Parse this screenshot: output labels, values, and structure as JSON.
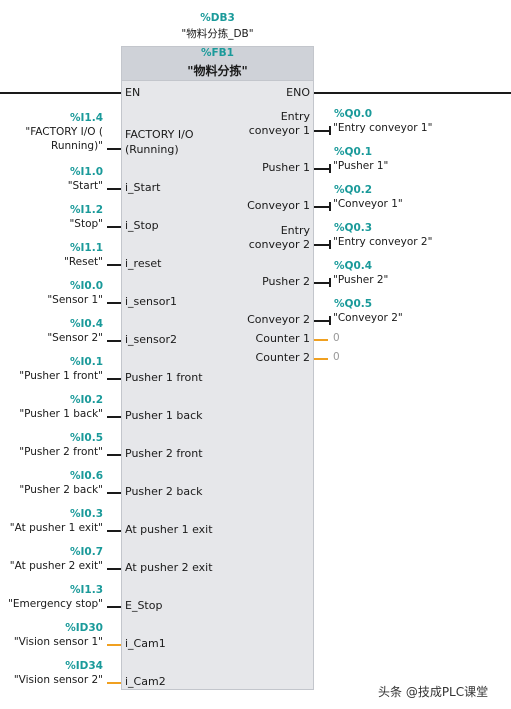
{
  "db": {
    "address": "%DB3",
    "name": "\"物料分拣_DB\""
  },
  "fb": {
    "address": "%FB1",
    "name": "\"物料分拣\""
  },
  "en_label": "EN",
  "eno_label": "ENO",
  "inputs": [
    {
      "address": "%I1.4",
      "tag_line1": "\"FACTORY I/O (",
      "tag_line2": "Running)\"",
      "pin_line1": "FACTORY I/O",
      "pin_line2": "(Running)"
    },
    {
      "address": "%I1.0",
      "tag": "\"Start\"",
      "pin": "i_Start"
    },
    {
      "address": "%I1.2",
      "tag": "\"Stop\"",
      "pin": "i_Stop"
    },
    {
      "address": "%I1.1",
      "tag": "\"Reset\"",
      "pin": "i_reset"
    },
    {
      "address": "%I0.0",
      "tag": "\"Sensor 1\"",
      "pin": "i_sensor1"
    },
    {
      "address": "%I0.4",
      "tag": "\"Sensor 2\"",
      "pin": "i_sensor2"
    },
    {
      "address": "%I0.1",
      "tag": "\"Pusher 1 front\"",
      "pin": "Pusher 1 front"
    },
    {
      "address": "%I0.2",
      "tag": "\"Pusher 1 back\"",
      "pin": "Pusher 1 back"
    },
    {
      "address": "%I0.5",
      "tag": "\"Pusher 2 front\"",
      "pin": "Pusher 2 front"
    },
    {
      "address": "%I0.6",
      "tag": "\"Pusher 2 back\"",
      "pin": "Pusher 2 back"
    },
    {
      "address": "%I0.3",
      "tag": "\"At pusher 1 exit\"",
      "pin": "At pusher 1 exit"
    },
    {
      "address": "%I0.7",
      "tag": "\"At pusher 2 exit\"",
      "pin": "At pusher 2 exit"
    },
    {
      "address": "%I1.3",
      "tag": "\"Emergency stop\"",
      "pin": "E_Stop"
    },
    {
      "address": "%ID30",
      "tag": "\"Vision sensor 1\"",
      "pin": "i_Cam1"
    },
    {
      "address": "%ID34",
      "tag": "\"Vision sensor 2\"",
      "pin": "i_Cam2"
    }
  ],
  "outputs": [
    {
      "pin_line1": "Entry",
      "pin_line2": "conveyor 1",
      "address": "%Q0.0",
      "tag": "\"Entry conveyor 1\""
    },
    {
      "pin": "Pusher 1",
      "address": "%Q0.1",
      "tag": "\"Pusher 1\""
    },
    {
      "pin": "Conveyor 1",
      "address": "%Q0.2",
      "tag": "\"Conveyor 1\""
    },
    {
      "pin_line1": "Entry",
      "pin_line2": "conveyor 2",
      "address": "%Q0.3",
      "tag": "\"Entry conveyor 2\""
    },
    {
      "pin": "Pusher 2",
      "address": "%Q0.4",
      "tag": "\"Pusher 2\""
    },
    {
      "pin": "Conveyor 2",
      "address": "%Q0.5",
      "tag": "\"Conveyor 2\""
    },
    {
      "pin": "Counter 1",
      "value": "0"
    },
    {
      "pin": "Counter 2",
      "value": "0"
    }
  ],
  "watermark": "头条 @技成PLC课堂",
  "colors": {
    "address_teal": "#1a9a9a",
    "block_body": "#e6e7ea",
    "block_header": "#cfd2d8",
    "wire_orange": "#f0a020"
  }
}
